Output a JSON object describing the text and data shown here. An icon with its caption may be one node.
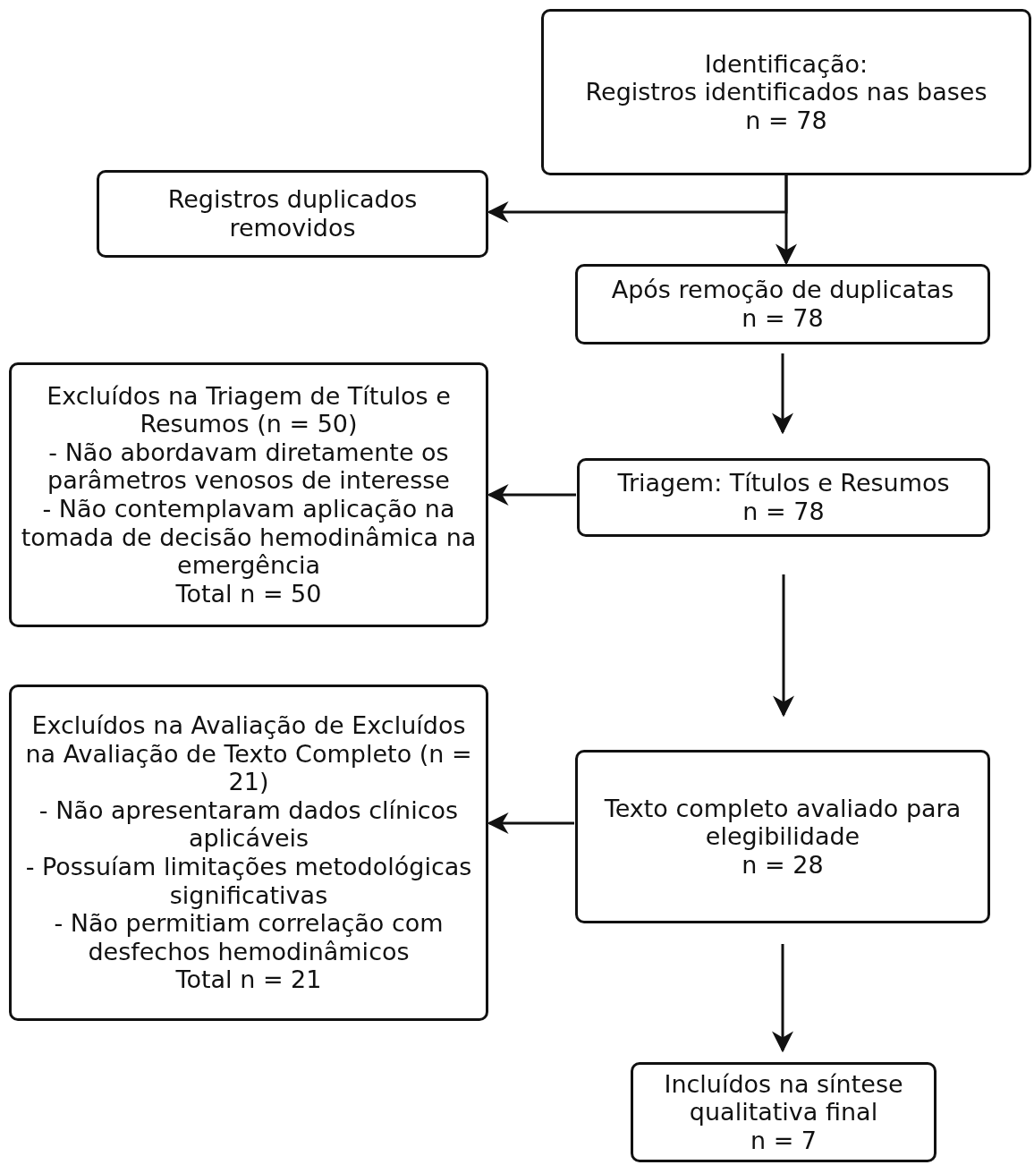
{
  "diagram": {
    "nodes": [
      {
        "text": [
          "Identificação:",
          "Registros identificados nas bases",
          "n = 78"
        ]
      },
      {
        "text": [
          "Registros duplicados removidos"
        ]
      },
      {
        "text": [
          "Após remoção de duplicatas",
          "n = 78"
        ]
      },
      {
        "text": [
          "Excluídos na Triagem de Títulos e Resumos (n = 50)",
          "- Não abordavam diretamente os parâmetros venosos de interesse",
          "- Não contemplavam aplicação na tomada de decisão hemodinâmica na emergência",
          "Total n = 50"
        ]
      },
      {
        "text": [
          "Triagem: Títulos e Resumos",
          "n = 78"
        ]
      },
      {
        "text": [
          "Excluídos na Avaliação de Excluídos na Avaliação de Texto Completo (n = 21)",
          "- Não apresentaram dados clínicos aplicáveis",
          "- Possuíam limitações metodológicas significativas",
          "- Não permitiam correlação com desfechos hemodinâmicos",
          "Total n = 21"
        ]
      },
      {
        "text": [
          "Texto completo avaliado para elegibilidade",
          "n = 28"
        ]
      },
      {
        "text": [
          "Incluídos na síntese qualitativa final",
          "n = 7"
        ]
      }
    ],
    "edges": [
      {
        "from": 0,
        "to": 1,
        "arrow": "to"
      },
      {
        "from": 0,
        "to": 2,
        "arrow": "to"
      },
      {
        "from": 2,
        "to": 4,
        "arrow": "to"
      },
      {
        "from": 4,
        "to": 3,
        "arrow": "to"
      },
      {
        "from": 4,
        "to": 6,
        "arrow": "to"
      },
      {
        "from": 6,
        "to": 5,
        "arrow": "to"
      },
      {
        "from": 6,
        "to": 7,
        "arrow": "to"
      }
    ]
  }
}
